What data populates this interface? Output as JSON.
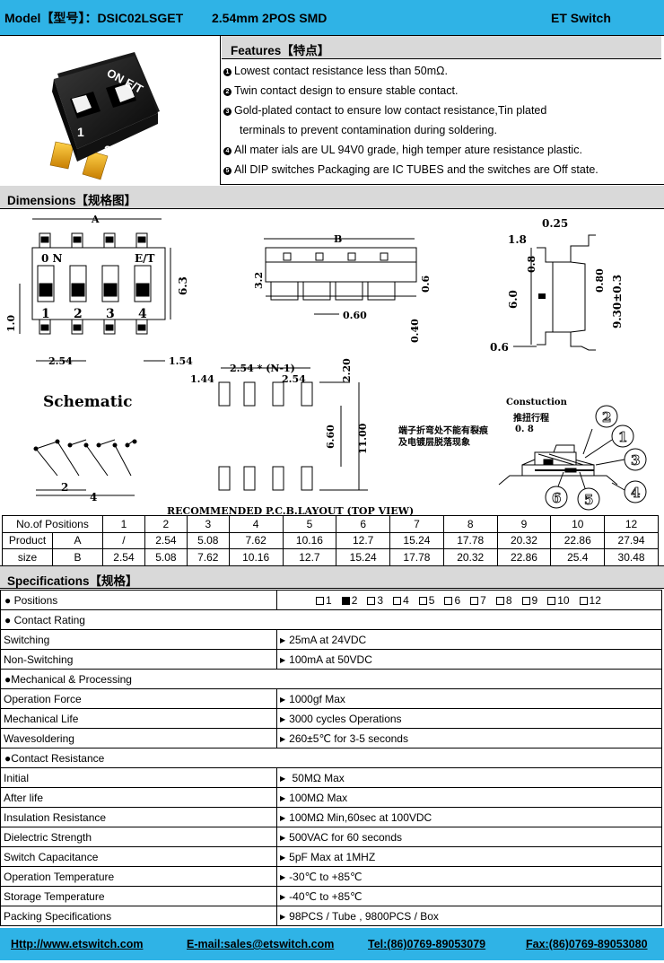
{
  "header": {
    "model": "Model【型号】：DSIC02LSGET",
    "spec": "2.54mm   2POS   SMD",
    "brand": "ET Switch"
  },
  "photo": {
    "on_label": "ON E/T",
    "key1": "1",
    "key2": "2"
  },
  "features": {
    "title": "Features【特点】",
    "items": [
      {
        "num": "1",
        "text": "Lowest contact resistance less than 50mΩ."
      },
      {
        "num": "2",
        "text": "Twin contact design to ensure stable contact."
      },
      {
        "num": "3",
        "text": "Gold-plated contact to ensure low contact resistance,Tin plated"
      },
      {
        "num": "",
        "text": "terminals to prevent contamination during soldering."
      },
      {
        "num": "4",
        "text": "All mater ials are UL 94V0 grade, high temper ature resistance plastic."
      },
      {
        "num": "5",
        "text": "All DIP switches Packaging are IC TUBES and the switches are Off state."
      }
    ]
  },
  "dimensions": {
    "title": "Dimensions【规格图】",
    "top_view": {
      "a": "A",
      "on": "0 N",
      "et": "E/T",
      "h": "6.3",
      "side": "1.0",
      "pitch": "2.54",
      "edge": "1.54",
      "nums": [
        "1",
        "2",
        "3",
        "4"
      ]
    },
    "front_view": {
      "b": "B",
      "h": "3.2",
      "t": "0.6",
      "w": "0.60",
      "b2": "0.40"
    },
    "side_view": {
      "d1": "0.25",
      "d2": "1.8",
      "d3": "0.8",
      "d4": "6.0",
      "d5": "0.80",
      "d6": "9.30±0.3",
      "d7": "0.6"
    },
    "schematic": {
      "title": "Schematic",
      "d1": "2",
      "d2": "4"
    },
    "pcb": {
      "pitch": "2.54 * (N-1)",
      "pad_w": "1.44",
      "pad_p": "2.54",
      "pad_h": "2.20",
      "inner": "6.60",
      "outer": "11.00",
      "caption": "RECOMMENDED P.C.B.LAYOUT (TOP VIEW)"
    },
    "construction": {
      "title": "Constuction",
      "travel": "推扭行程",
      "travel_val": "0. 8",
      "note1": "端子折弯处不能有裂痕",
      "note2": "及电镀层脱落现象",
      "labels": [
        "1",
        "2",
        "3",
        "4",
        "5",
        "6"
      ]
    }
  },
  "positions_table": {
    "header_label": "No.of Positions",
    "product_label": "Product",
    "size_label": "size",
    "positions": [
      "1",
      "2",
      "3",
      "4",
      "5",
      "6",
      "7",
      "8",
      "9",
      "10",
      "12"
    ],
    "row_a_label": "A",
    "row_a": [
      "/",
      "2.54",
      "5.08",
      "7.62",
      "10.16",
      "12.7",
      "15.24",
      "17.78",
      "20.32",
      "22.86",
      "27.94"
    ],
    "row_b_label": "B",
    "row_b": [
      "2.54",
      "5.08",
      "7.62",
      "10.16",
      "12.7",
      "15.24",
      "17.78",
      "20.32",
      "22.86",
      "25.4",
      "30.48"
    ]
  },
  "specifications": {
    "title": "Specifications【规格】",
    "positions_label": "● Positions",
    "position_options": [
      "1",
      "2",
      "3",
      "4",
      "5",
      "6",
      "7",
      "8",
      "9",
      "10",
      "12"
    ],
    "selected_position": "2",
    "rows": [
      {
        "type": "section",
        "label": "● Contact Rating"
      },
      {
        "type": "row",
        "label": "Switching",
        "value": "25mA at 24VDC"
      },
      {
        "type": "row",
        "label": "Non-Switching",
        "value": "100mA at 50VDC"
      },
      {
        "type": "section",
        "label": "●Mechanical & Processing"
      },
      {
        "type": "row",
        "label": "Operation Force",
        "value": "1000gf Max"
      },
      {
        "type": "row",
        "label": "Mechanical Life",
        "value": "3000 cycles Operations"
      },
      {
        "type": "row",
        "label": "Wavesoldering",
        "value": "260±5℃ for 3-5 seconds"
      },
      {
        "type": "section",
        "label": "●Contact Resistance"
      },
      {
        "type": "row",
        "label": "Initial",
        "value": " 50MΩ Max"
      },
      {
        "type": "row",
        "label": "After life",
        "value": "100MΩ Max"
      },
      {
        "type": "row",
        "label": "Insulation Resistance",
        "value": "100MΩ Min,60sec at 100VDC"
      },
      {
        "type": "row",
        "label": "Dielectric Strength",
        "value": "500VAC for 60 seconds"
      },
      {
        "type": "row",
        "label": "Switch Capacitance",
        "value": "5pF Max at 1MHZ"
      },
      {
        "type": "row",
        "label": "Operation Temperature",
        "value": "-30℃ to +85℃"
      },
      {
        "type": "row",
        "label": "Storage Temperature",
        "value": "-40℃ to +85℃"
      },
      {
        "type": "row",
        "label": "Packing Specifications",
        "value": "98PCS / Tube , 9800PCS / Box"
      }
    ]
  },
  "footer": {
    "web": "Http://www.etswitch.com",
    "email": "E-mail:sales@etswitch.com",
    "tel": "Tel:(86)0769-89053079",
    "fax": "Fax:(86)0769-89053080"
  },
  "colors": {
    "accent": "#2fb3e6",
    "section_bg": "#d9d9d9",
    "gold": "#e8a317"
  }
}
